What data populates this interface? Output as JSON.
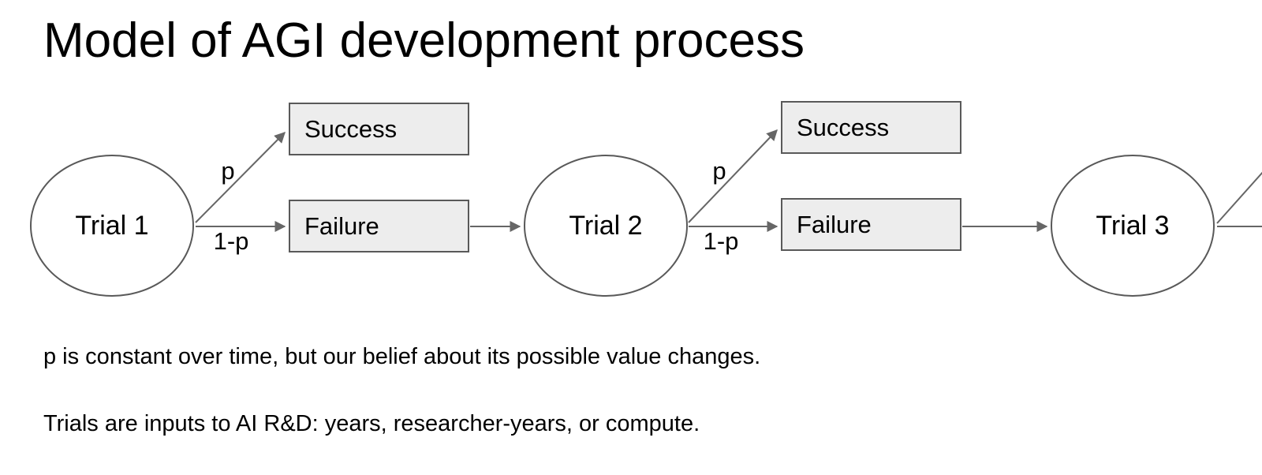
{
  "title": "Model of AGI development process",
  "diagram": {
    "nodes": {
      "trial1": "Trial 1",
      "trial2": "Trial 2",
      "trial3": "Trial 3",
      "success1": "Success",
      "failure1": "Failure",
      "success2": "Success",
      "failure2": "Failure"
    },
    "edge_labels": {
      "p1": "p",
      "q1": "1-p",
      "p2": "p",
      "q2": "1-p"
    },
    "colors": {
      "box_fill": "#ededed",
      "box_border": "#595959",
      "circle_border": "#595959",
      "arrow": "#666666",
      "text": "#000000",
      "bg": "#ffffff"
    }
  },
  "notes": {
    "line1": "p is constant over time, but our belief about its possible value changes.",
    "line2": "Trials are inputs to AI R&D: years, researcher-years, or compute."
  }
}
